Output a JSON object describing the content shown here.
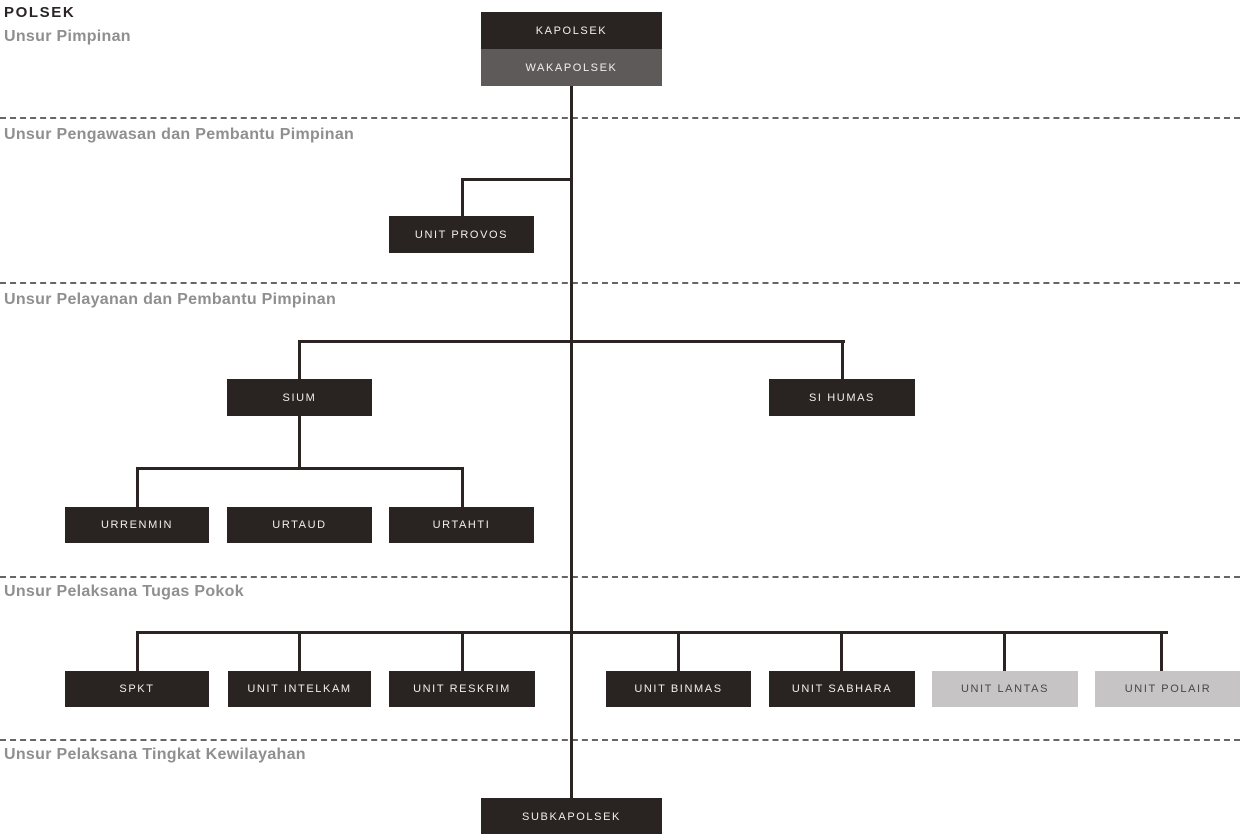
{
  "title": "POLSEK",
  "sections": [
    {
      "label": "Unsur Pimpinan"
    },
    {
      "label": "Unsur Pengawasan dan Pembantu Pimpinan"
    },
    {
      "label": "Unsur Pelayanan dan Pembantu Pimpinan"
    },
    {
      "label": "Unsur Pelaksana Tugas Pokok"
    },
    {
      "label": "Unsur Pelaksana Tingkat Kewilayahan"
    }
  ],
  "nodes": {
    "kapolsek": {
      "label": "KAPOLSEK",
      "variant": "dark"
    },
    "wakapolsek": {
      "label": "WAKAPOLSEK",
      "variant": "gray"
    },
    "unit_provos": {
      "label": "UNIT PROVOS",
      "variant": "dark"
    },
    "sium": {
      "label": "SIUM",
      "variant": "dark"
    },
    "si_humas": {
      "label": "SI HUMAS",
      "variant": "dark"
    },
    "urrenmin": {
      "label": "URRENMIN",
      "variant": "dark"
    },
    "urtaud": {
      "label": "URTAUD",
      "variant": "dark"
    },
    "urtahti": {
      "label": "URTAHTI",
      "variant": "dark"
    },
    "spkt": {
      "label": "SPKT",
      "variant": "dark"
    },
    "unit_intelkam": {
      "label": "UNIT INTELKAM",
      "variant": "dark"
    },
    "unit_reskrim": {
      "label": "UNIT RESKRIM",
      "variant": "dark"
    },
    "unit_binmas": {
      "label": "UNIT BINMAS",
      "variant": "dark"
    },
    "unit_sabhara": {
      "label": "UNIT SABHARA",
      "variant": "dark"
    },
    "unit_lantas": {
      "label": "UNIT LANTAS",
      "variant": "light"
    },
    "unit_polair": {
      "label": "UNIT POLAIR",
      "variant": "light"
    },
    "subkapolsek": {
      "label": "SUBKAPOLSEK",
      "variant": "dark"
    }
  },
  "colors": {
    "box_dark": "#292322",
    "box_gray": "#5d5a59",
    "box_light": "#c6c4c4",
    "box_text_light": "#f1eeed",
    "box_text_dark": "#4b4646",
    "line_color": "#2b2422",
    "divider_color": "#666666",
    "header_gray": "#8f8f8f",
    "title_dark": "#2a2425",
    "page_bg": "#ffffff"
  }
}
